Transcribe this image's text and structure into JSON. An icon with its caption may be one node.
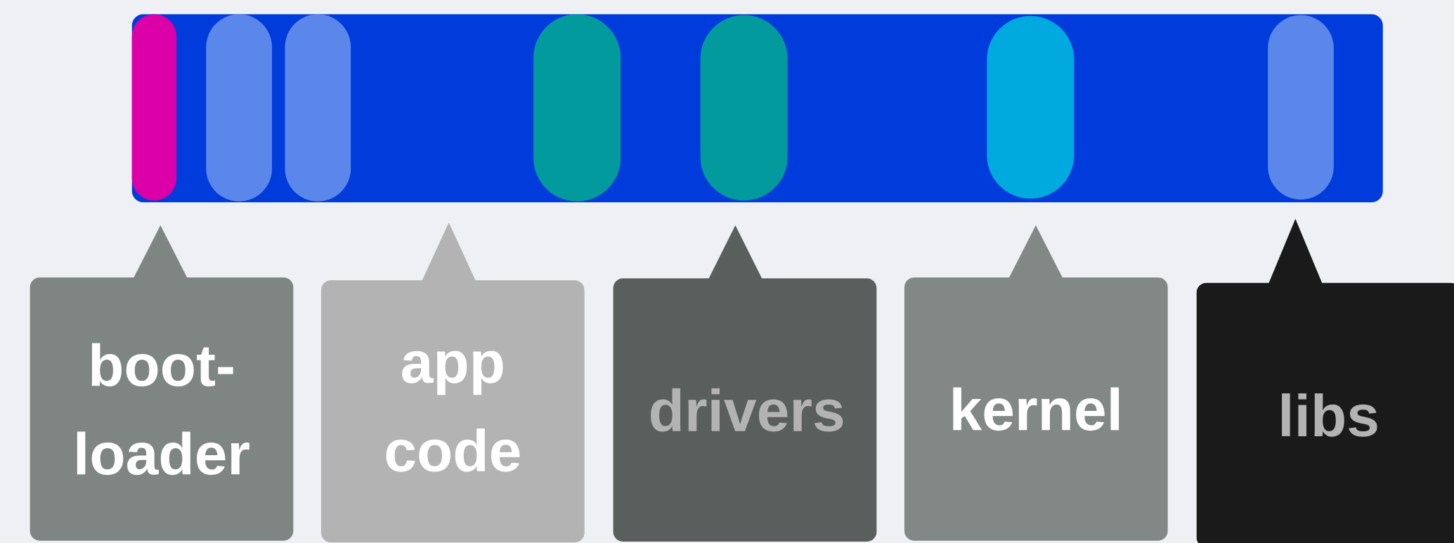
{
  "diagram": {
    "nodes": [
      {
        "text": [],
        "shape": "bar"
      },
      {
        "text": [],
        "shape": "bar",
        "in": 0
      },
      {
        "text": [],
        "shape": "bar",
        "in": 0
      },
      {
        "text": [],
        "shape": "bar",
        "in": 0
      },
      {
        "text": [],
        "shape": "bar",
        "in": 0
      },
      {
        "text": [],
        "shape": "bar",
        "in": 0
      },
      {
        "text": [],
        "shape": "bar",
        "in": 0
      },
      {
        "text": [],
        "shape": "bar",
        "in": 0
      },
      {
        "text": [
          "boot-loader"
        ]
      },
      {
        "text": [
          "app code"
        ]
      },
      {
        "text": [
          "drivers"
        ]
      },
      {
        "text": [
          "kernel"
        ]
      },
      {
        "text": [
          "libs"
        ]
      }
    ]
  }
}
